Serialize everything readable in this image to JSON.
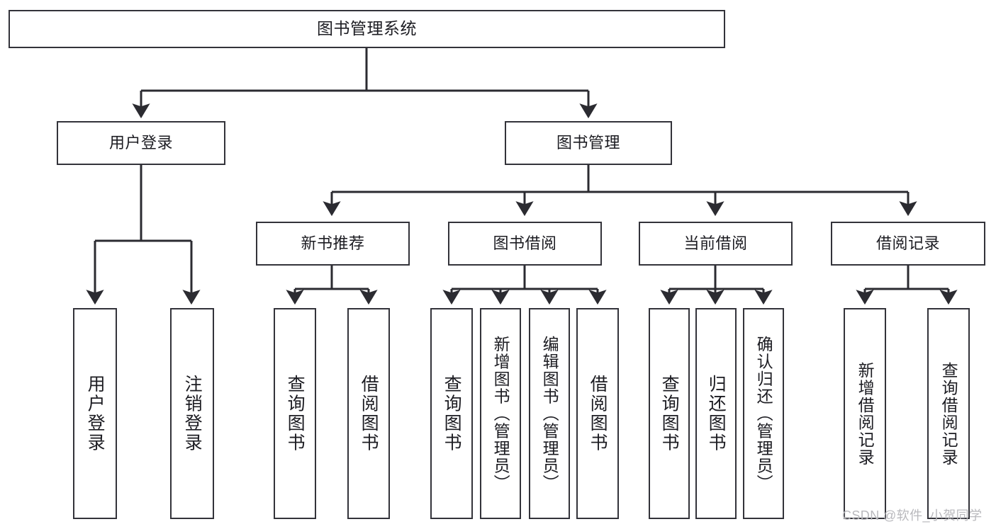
{
  "diagram": {
    "title": "图书管理系统",
    "type": "hierarchy-tree",
    "watermark": "CSDN @软件_小贺同学",
    "colors": {
      "box_border": "#33333a",
      "box_fill": "#ffffff",
      "wire": "#2b2b31",
      "text": "#1c1c22",
      "watermark": "#b9b9bd"
    },
    "root": {
      "id": "root",
      "label": "图书管理系统"
    },
    "level1": [
      {
        "id": "user-login",
        "label": "用户登录"
      },
      {
        "id": "book-manage",
        "label": "图书管理"
      }
    ],
    "level2": [
      {
        "id": "new-book-rec",
        "label": "新书推荐",
        "parent": "book-manage"
      },
      {
        "id": "book-borrow",
        "label": "图书借阅",
        "parent": "book-manage"
      },
      {
        "id": "current-borrow",
        "label": "当前借阅",
        "parent": "book-manage"
      },
      {
        "id": "borrow-record",
        "label": "借阅记录",
        "parent": "book-manage"
      }
    ],
    "leaves": [
      {
        "id": "leaf-user-login",
        "label": "用户登录",
        "parent": "user-login"
      },
      {
        "id": "leaf-logout",
        "label": "注销登录",
        "parent": "user-login"
      },
      {
        "id": "leaf-query-book-1",
        "label": "查询图书",
        "parent": "new-book-rec"
      },
      {
        "id": "leaf-borrow-book-1",
        "label": "借阅图书",
        "parent": "new-book-rec"
      },
      {
        "id": "leaf-query-book-2",
        "label": "查询图书",
        "parent": "book-borrow"
      },
      {
        "id": "leaf-add-book",
        "label": "新增图书（管理员）",
        "parent": "book-borrow"
      },
      {
        "id": "leaf-edit-book",
        "label": "编辑图书（管理员）",
        "parent": "book-borrow"
      },
      {
        "id": "leaf-borrow-book-2",
        "label": "借阅图书",
        "parent": "book-borrow"
      },
      {
        "id": "leaf-query-book-3",
        "label": "查询图书",
        "parent": "current-borrow"
      },
      {
        "id": "leaf-return-book",
        "label": "归还图书",
        "parent": "current-borrow"
      },
      {
        "id": "leaf-confirm-return",
        "label": "确认归还（管理员）",
        "parent": "current-borrow"
      },
      {
        "id": "leaf-add-record",
        "label": "新增借阅记录",
        "parent": "borrow-record"
      },
      {
        "id": "leaf-query-record",
        "label": "查询借阅记录",
        "parent": "borrow-record"
      }
    ]
  }
}
